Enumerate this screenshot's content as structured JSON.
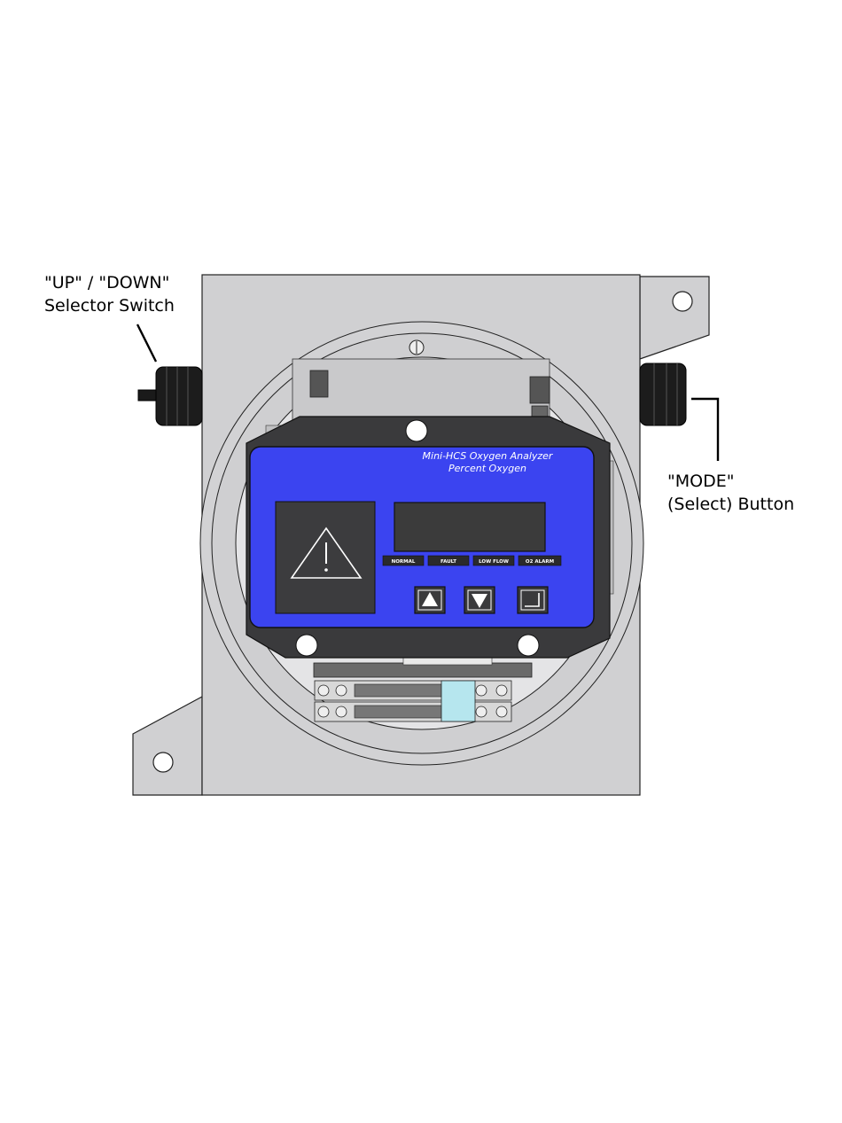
{
  "callouts": {
    "left_line1": "\"UP\" / \"DOWN\"",
    "left_line2": "Selector Switch",
    "right_line1": "\"MODE\"",
    "right_line2": "(Select) Button"
  },
  "panel": {
    "title_line1": "Mini-HCS Oxygen Analyzer",
    "title_line2": "Percent Oxygen",
    "led_labels": [
      "NORMAL",
      "FAULT",
      "LOW FLOW",
      "O2 ALARM"
    ]
  },
  "colors": {
    "enclosure": "#d0d0d2",
    "faceplate_blue": "#3b44f0",
    "display": "#3b3b3b",
    "outline": "#222222"
  }
}
